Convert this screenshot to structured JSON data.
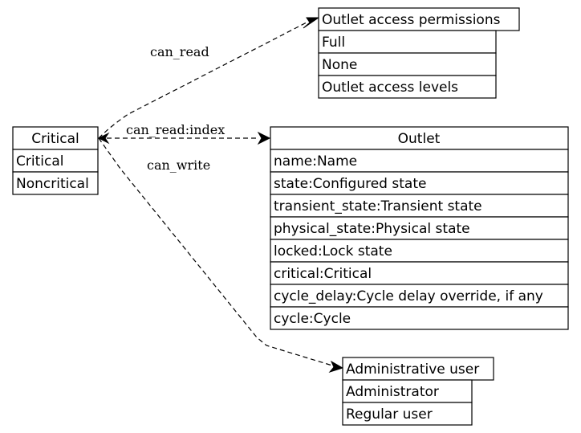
{
  "critical": {
    "title": "Critical",
    "rows": [
      "Critical",
      "Noncritical"
    ]
  },
  "permissions": {
    "title": "Outlet access permissions",
    "rows": [
      "Full",
      "None",
      "Outlet access levels"
    ]
  },
  "outlet": {
    "title": "Outlet",
    "rows": [
      "name:Name",
      "state:Configured state",
      "transient_state:Transient state",
      "physical_state:Physical state",
      "locked:Lock state",
      "critical:Critical",
      "cycle_delay:Cycle delay override, if any",
      "cycle:Cycle"
    ]
  },
  "admin": {
    "title": "Administrative user",
    "rows": [
      "Administrator",
      "Regular user"
    ]
  },
  "edges": {
    "can_read": "can_read",
    "can_read_index": "can_read:index",
    "can_write": "can_write"
  }
}
